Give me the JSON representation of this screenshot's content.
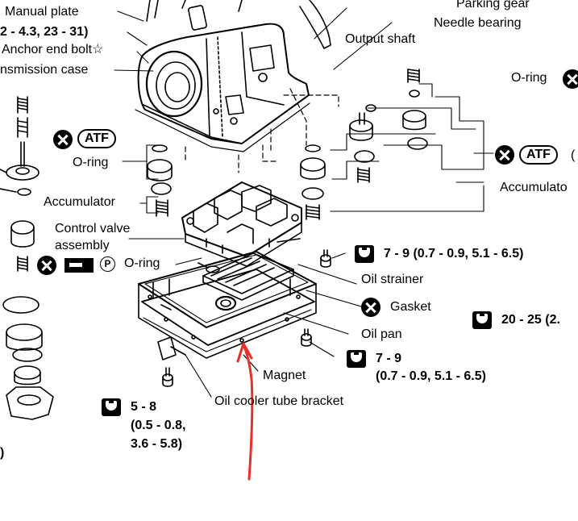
{
  "diagram": {
    "labels": {
      "manual_plate": "Manual plate",
      "torque_manual_plate": "2 - 4.3, 23 - 31)",
      "anchor_end_bolt": "Anchor end bolt",
      "transmission_case": "nsmission case",
      "parking_gear": "Parking gear",
      "needle_bearing": "Needle bearing",
      "output_shaft": "Output shaft",
      "o_ring_top_right": "O-ring",
      "o_ring_left": "O-ring",
      "accumulator_left": "Accumulator",
      "accumulator_right": "Accumulato",
      "control_valve_line1": "Control valve",
      "control_valve_line2": "assembly",
      "o_ring_control_valve": "O-ring",
      "oil_strainer": "Oil strainer",
      "gasket": "Gasket",
      "oil_pan": "Oil pan",
      "magnet": "Magnet",
      "oil_cooler_tube_bracket": "Oil cooler tube bracket",
      "left_edge_paren": ")"
    },
    "torque_specs": {
      "bolt_upper": "7 - 9 (0.7 - 0.9, 5.1 - 6.5)",
      "right_edge": "20 - 25 (2.",
      "pan_bolt_line1": "7 - 9",
      "pan_bolt_line2": "(0.7 - 0.9, 5.1 - 6.5)",
      "bracket_line1": "5 - 8",
      "bracket_line2": "(0.5 - 0.8,",
      "bracket_line3": "3.6 - 5.8)"
    },
    "symbols": {
      "atf": "ATF",
      "star": "☆",
      "p": "P",
      "right_edge_char": "("
    },
    "annotation_color": "#e8302a"
  }
}
